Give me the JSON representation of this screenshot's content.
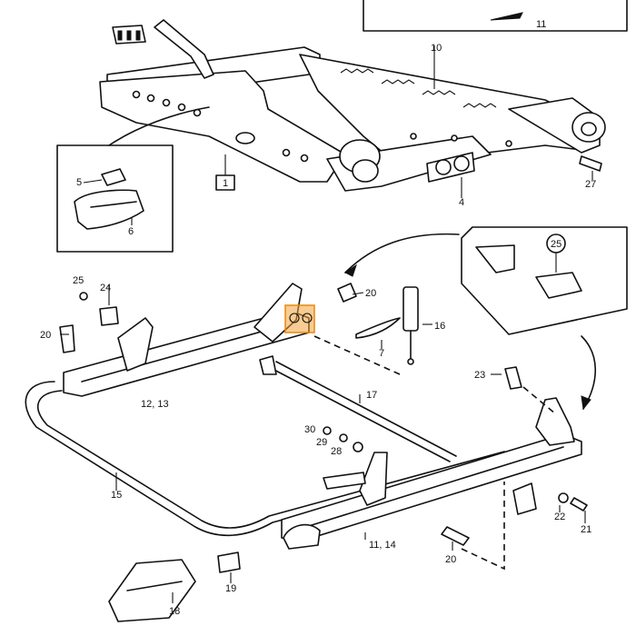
{
  "diagram": {
    "colors": {
      "ink": "#111111",
      "highlight": "#f2a23a",
      "background": "#ffffff"
    },
    "labels": {
      "l1": "1",
      "l4": "4",
      "l5": "5",
      "l6": "6",
      "l7": "7",
      "l10": "10",
      "l11": "11",
      "l12_13": "12, 13",
      "l11_14": "11, 14",
      "l15": "15",
      "l16": "16",
      "l17": "17",
      "l18": "18",
      "l19": "19",
      "l20a": "20",
      "l20b": "20",
      "l20c": "20",
      "l21": "21",
      "l22": "22",
      "l23": "23",
      "l24": "24",
      "l25a": "25",
      "l25b": "25",
      "l27": "27",
      "l28": "28",
      "l29": "29",
      "l30": "30"
    }
  }
}
